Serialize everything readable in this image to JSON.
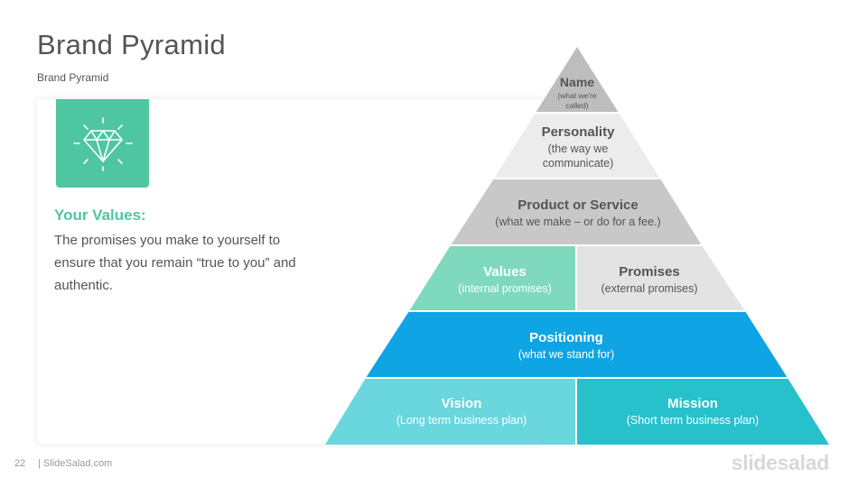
{
  "slide": {
    "title": "Brand Pyramid",
    "subtitle": "Brand Pyramid"
  },
  "values_card": {
    "icon": "diamond-icon",
    "heading": "Your Values:",
    "body": "The promises you make to yourself to ensure that you remain “true to you” and authentic."
  },
  "pyramid": {
    "name": {
      "title": "Name",
      "sub1": "(what we're",
      "sub2": "called)"
    },
    "personality": {
      "title": "Personality",
      "sub1": "(the way we",
      "sub2": "communicate)"
    },
    "product": {
      "title": "Product or Service",
      "sub1": "(what we make – or do for a fee.)"
    },
    "values": {
      "title": "Values",
      "sub1": "(internal promises)"
    },
    "promises": {
      "title": "Promises",
      "sub1": "(external promises)"
    },
    "positioning": {
      "title": "Positioning",
      "sub1": "(what we stand for)"
    },
    "vision": {
      "title": "Vision",
      "sub1": "(Long term business plan)"
    },
    "mission": {
      "title": "Mission",
      "sub1": "(Short term business plan)"
    }
  },
  "colors": {
    "accent_green": "#4ec6a0",
    "name_gray": "#bdbdbd",
    "personality_gray": "#ececec",
    "product_gray": "#c8c8c8",
    "values_green": "#7fd9bd",
    "promises_gray": "#e3e3e3",
    "positioning_blue": "#0fa4e3",
    "vision_cyan": "#6ad6dd",
    "mission_teal": "#27c1cc"
  },
  "footer": {
    "page_number": "22",
    "site": "| SlideSalad.com",
    "logo": "slidesalad"
  }
}
